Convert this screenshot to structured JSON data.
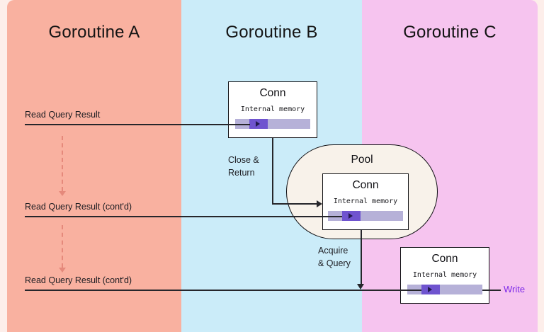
{
  "columns": [
    {
      "id": "a",
      "label": "Goroutine A"
    },
    {
      "id": "b",
      "label": "Goroutine B"
    },
    {
      "id": "c",
      "label": "Goroutine C"
    }
  ],
  "events": [
    {
      "label": "Read Query Result"
    },
    {
      "label": "Read Query Result (cont'd)"
    },
    {
      "label": "Read Query Result (cont'd)"
    }
  ],
  "conn": {
    "title": "Conn",
    "memory_label": "Internal memory"
  },
  "pool": {
    "label": "Pool"
  },
  "flows": {
    "close_return_line1": "Close &",
    "close_return_line2": "Return",
    "acquire_query_line1": "Acquire",
    "acquire_query_line2": "& Query",
    "write": "Write"
  },
  "colors": {
    "column_a_bg": "#f9b1a0",
    "column_b_bg": "#cbecf9",
    "column_c_bg": "#f6c4ef",
    "page_bg": "#fdeeea",
    "pool_bg": "#f8f2ea",
    "memory_bar_light": "#b6b1d8",
    "memory_bar_dark": "#6f54cf",
    "write_accent": "#7d2ae8",
    "dashed_arrow": "#e5897b",
    "line": "#26262b"
  }
}
